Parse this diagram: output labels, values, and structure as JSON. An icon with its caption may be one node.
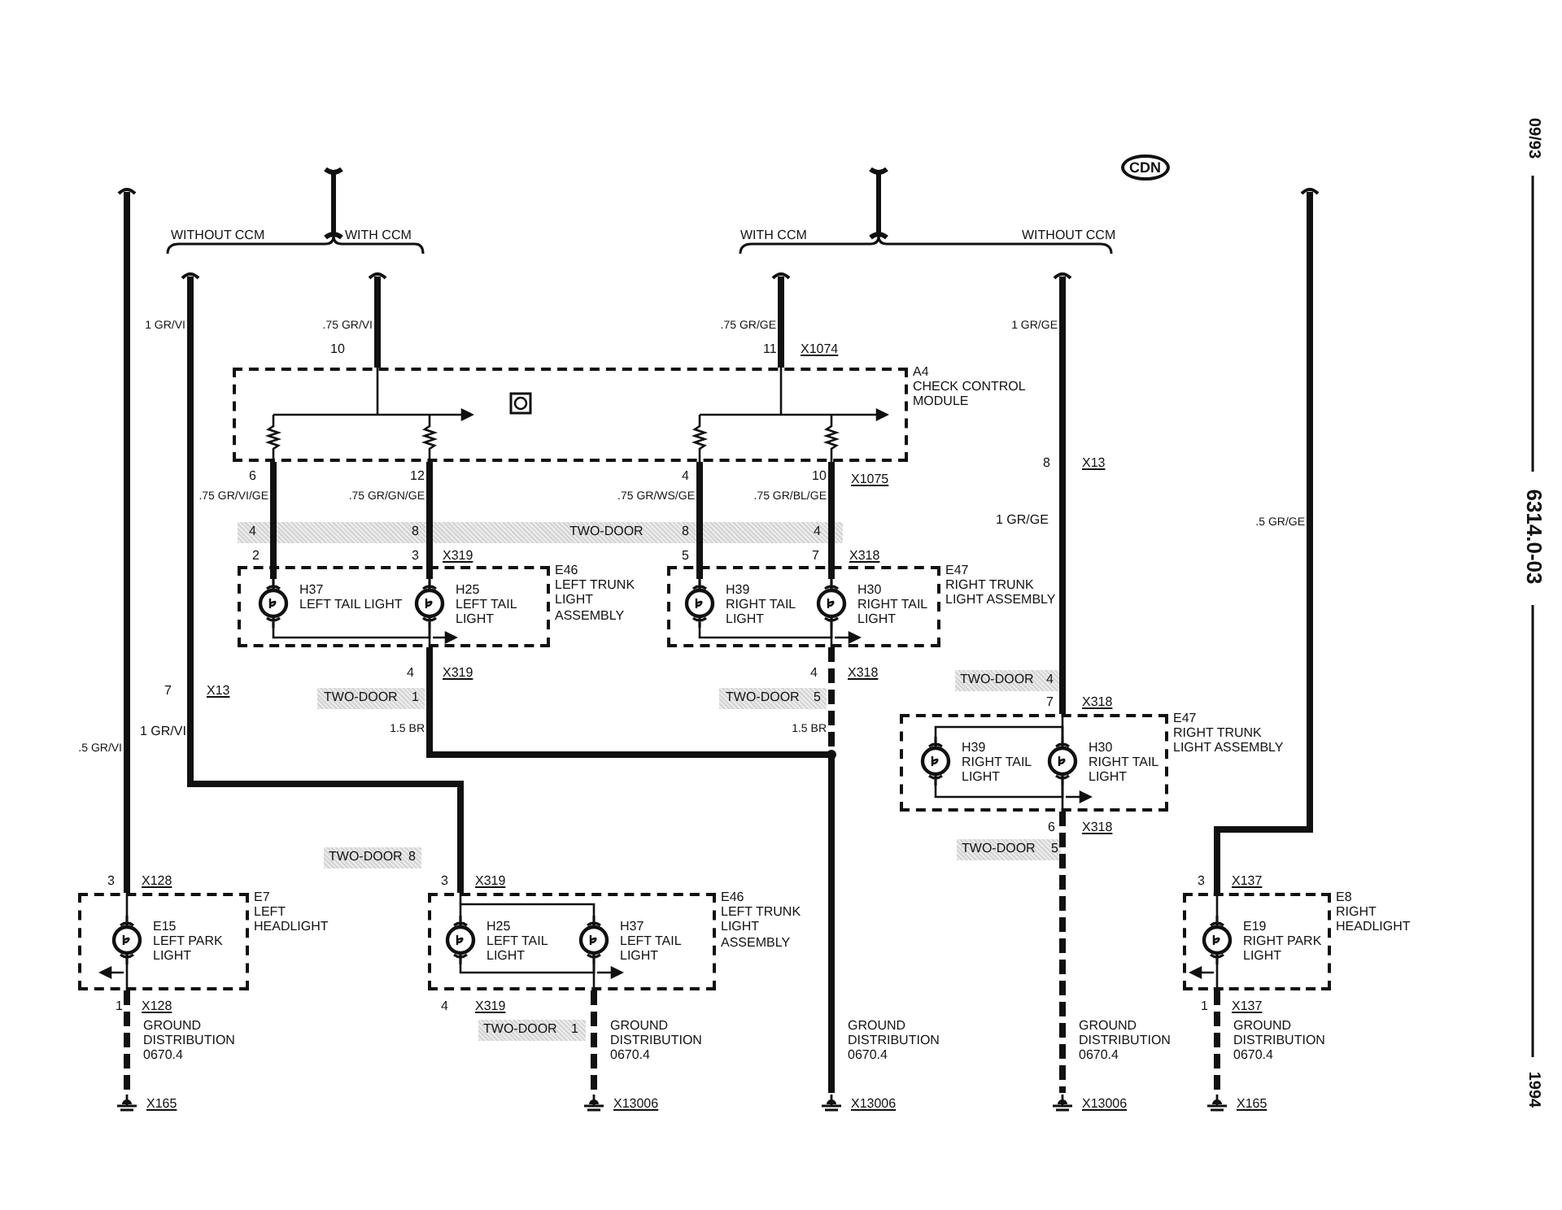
{
  "diagram": {
    "nodes": [
      {
        "text": [
          "A4",
          "CHECK CONTROL MODULE"
        ]
      },
      {
        "text": [
          "E46",
          "LEFT TRUNK LIGHT ASSEMBLY"
        ]
      },
      {
        "text": [
          "H37",
          "LEFT TAIL LIGHT"
        ],
        "in": 1
      },
      {
        "text": [
          "H25",
          "LEFT TAIL LIGHT"
        ],
        "in": 1
      },
      {
        "text": [
          "E47",
          "RIGHT TRUNK LIGHT ASSEMBLY"
        ]
      },
      {
        "text": [
          "H39",
          "RIGHT TAIL LIGHT"
        ],
        "in": 4
      },
      {
        "text": [
          "H30",
          "RIGHT TAIL LIGHT"
        ],
        "in": 4
      },
      {
        "text": [
          "E47",
          "RIGHT TRUNK LIGHT ASSEMBLY"
        ]
      },
      {
        "text": [
          "H39",
          "RIGHT TAIL LIGHT"
        ],
        "in": 7
      },
      {
        "text": [
          "H30",
          "RIGHT TAIL LIGHT"
        ],
        "in": 7
      },
      {
        "text": [
          "E7",
          "LEFT HEADLIGHT"
        ]
      },
      {
        "text": [
          "E15",
          "LEFT PARK LIGHT"
        ],
        "in": 10
      },
      {
        "text": [
          "E46",
          "LEFT TRUNK LIGHT ASSEMBLY"
        ]
      },
      {
        "text": [
          "H25",
          "LEFT TAIL LIGHT"
        ],
        "in": 12
      },
      {
        "text": [
          "H37",
          "LEFT TAIL LIGHT"
        ],
        "in": 12
      },
      {
        "text": [
          "E8",
          "RIGHT HEADLIGHT"
        ]
      },
      {
        "text": [
          "E19",
          "RIGHT PARK LIGHT"
        ],
        "in": 15
      },
      {
        "text": [
          "X165"
        ],
        "beside": [
          "GROUND DISTRIBUTION 0670.4"
        ]
      },
      {
        "text": [
          "X13006"
        ],
        "beside": [
          "GROUND DISTRIBUTION 0670.4"
        ]
      },
      {
        "text": [
          "X13006"
        ],
        "beside": [
          "GROUND DISTRIBUTION 0670.4"
        ]
      },
      {
        "text": [
          "X13006"
        ],
        "beside": [
          "GROUND DISTRIBUTION 0670.4"
        ]
      },
      {
        "text": [
          "X165"
        ],
        "beside": [
          "GROUND DISTRIBUTION 0670.4"
        ]
      }
    ],
    "edges": [
      {
        "from": null,
        "to": 10,
        "arrow": "none",
        "label": ".5 GR/VI"
      },
      {
        "from": null,
        "to": 12,
        "arrow": "none",
        "label": "1 GR/VI"
      },
      {
        "from": null,
        "to": 0,
        "arrow": "none",
        "label": ".75 GR/VI"
      },
      {
        "from": null,
        "to": 0,
        "arrow": "none",
        "label": ".75 GR/GE"
      },
      {
        "from": null,
        "to": 7,
        "arrow": "none",
        "label": "1 GR/GE"
      },
      {
        "from": null,
        "to": 15,
        "arrow": "none",
        "label": ".5 GR/GE"
      },
      {
        "from": 0,
        "to": 2,
        "arrow": "none",
        "label": ".75 GR/VI/GE"
      },
      {
        "from": 0,
        "to": 3,
        "arrow": "none",
        "label": ".75 GR/GN/GE"
      },
      {
        "from": 0,
        "to": 5,
        "arrow": "none",
        "label": ".75 GR/WS/GE"
      },
      {
        "from": 0,
        "to": 6,
        "arrow": "none",
        "label": ".75 GR/BL/GE"
      },
      {
        "from": 1,
        "to": 19,
        "arrow": "none",
        "label": "1.5 BR"
      },
      {
        "from": 4,
        "to": 19,
        "arrow": "none",
        "label": "1.5 BR",
        "style": "dashed"
      },
      {
        "from": 7,
        "to": 20,
        "arrow": "none",
        "style": "dashed"
      },
      {
        "from": 10,
        "to": 17,
        "arrow": "none",
        "style": "dashed"
      },
      {
        "from": 12,
        "to": 18,
        "arrow": "none",
        "style": "dashed"
      },
      {
        "from": 15,
        "to": 21,
        "arrow": "none",
        "style": "dashed"
      },
      {
        "from": 2,
        "to": 3,
        "arrow": "none"
      },
      {
        "from": 5,
        "to": 6,
        "arrow": "none"
      },
      {
        "from": 8,
        "to": 9,
        "arrow": "none"
      },
      {
        "from": 8,
        "to": 9,
        "arrow": "none"
      },
      {
        "from": 13,
        "to": 14,
        "arrow": "none"
      },
      {
        "from": 13,
        "to": 14,
        "arrow": "none"
      },
      {
        "from": 11,
        "to": 10,
        "arrow": "none"
      },
      {
        "from": 16,
        "to": 15,
        "arrow": "none"
      },
      {
        "from": 3,
        "to": 1,
        "arrow": "none"
      },
      {
        "from": 6,
        "to": 4,
        "arrow": "none"
      },
      {
        "from": 9,
        "to": 7,
        "arrow": "none"
      },
      {
        "from": 14,
        "to": 12,
        "arrow": "none"
      }
    ],
    "labels": [
      "WITHOUT CCM",
      "WITH CCM",
      "WITH CCM",
      "WITHOUT CCM",
      "CDN",
      "10",
      "11",
      "X1074",
      "6",
      "12",
      "4",
      "10",
      "X1075",
      "8",
      "X13",
      "1 GR/GE",
      "4",
      "8",
      "TWO-DOOR",
      "8",
      "4",
      "2",
      "3",
      "X319",
      "5",
      "7",
      "X318",
      "4",
      "X319",
      "4",
      "X318",
      "TWO-DOOR",
      "1",
      "TWO-DOOR",
      "5",
      "TWO-DOOR",
      "4",
      "7",
      "X13",
      "7",
      "X318",
      "1 GR/VI",
      "6",
      "X318",
      "TWO-DOOR",
      "5",
      "TWO-DOOR",
      "8",
      "3",
      "X128",
      "3",
      "X319",
      "3",
      "X137",
      "1",
      "X128",
      "4",
      "X319",
      "1",
      "X137",
      "TWO-DOOR",
      "1",
      "09/93",
      "6314.0-03",
      "1994"
    ]
  }
}
